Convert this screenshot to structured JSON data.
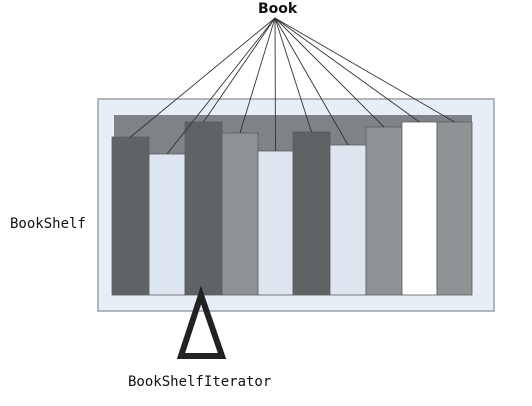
{
  "labels": {
    "book": "Book",
    "bookshelf": "BookShelf",
    "iterator": "BookShelfIterator"
  },
  "colors": {
    "shelf_outer": "#e8eef5",
    "shelf_border": "#9aa0a8",
    "shelf_inner": "#7f8388",
    "book_dark": "#5f6366",
    "book_mid": "#909396",
    "book_light": "#dde6ee",
    "book_white": "#ffffff",
    "line": "#333333",
    "iterator": "#222222"
  },
  "books": [
    {
      "shade": "dark"
    },
    {
      "shade": "light"
    },
    {
      "shade": "dark"
    },
    {
      "shade": "mid"
    },
    {
      "shade": "light"
    },
    {
      "shade": "dark"
    },
    {
      "shade": "light"
    },
    {
      "shade": "mid"
    },
    {
      "shade": "white"
    },
    {
      "shade": "mid"
    }
  ]
}
